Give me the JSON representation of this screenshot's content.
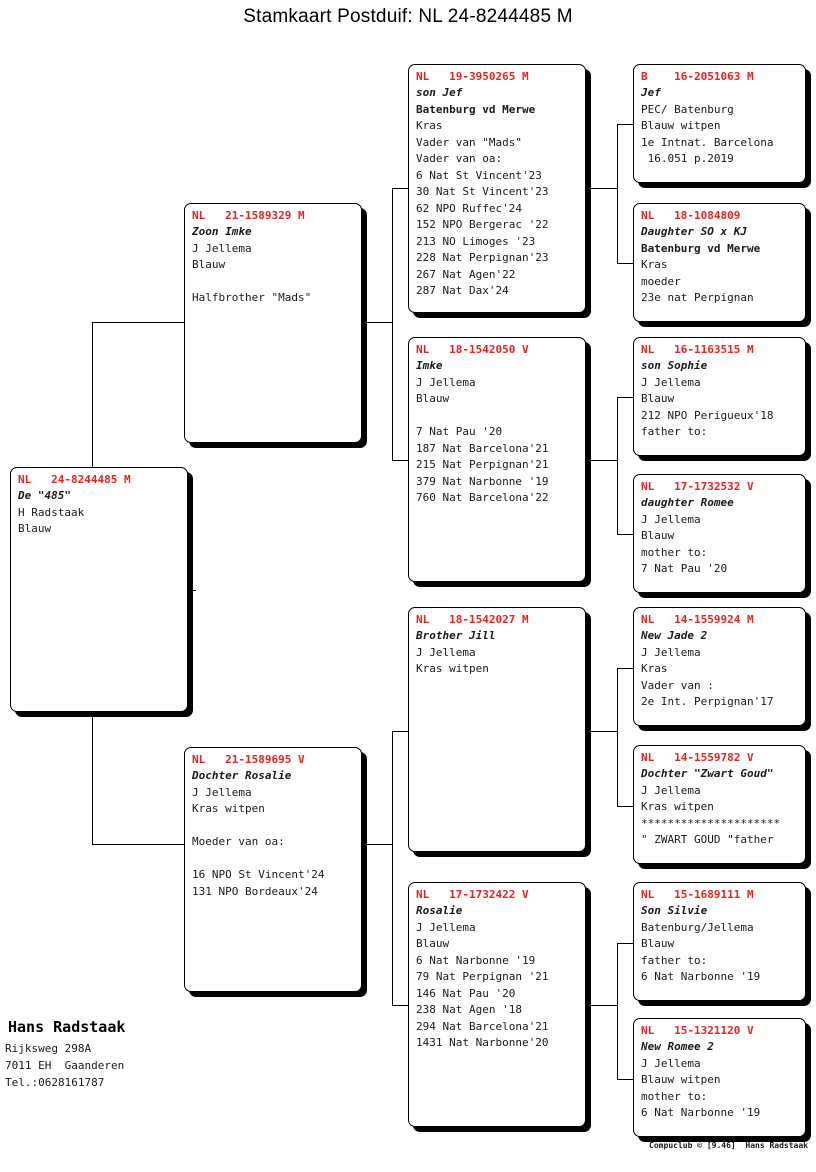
{
  "title": "Stamkaart Postduif: NL  24-8244485 M",
  "owner": {
    "name": "Hans Radstaak",
    "address1": "Rijksweg 298A",
    "address2": "7011 EH  Gaanderen",
    "phone": "Tel.:0628161787"
  },
  "credit": "Compuclub © [9.46]  Hans Radstaak",
  "colors": {
    "ring_red": "#e8231f",
    "text": "#1a1a1a",
    "card_border": "#000000",
    "card_background": "#ffffff",
    "page_background": "#ffffff"
  },
  "cards": {
    "subject": {
      "ring": "NL   24-8244485 M",
      "lines": [
        {
          "text": "De \"485\"",
          "style": "bi"
        },
        {
          "text": "H Radstaak",
          "style": ""
        },
        {
          "text": "Blauw",
          "style": ""
        }
      ]
    },
    "sire": {
      "ring": "NL   21-1589329 M",
      "lines": [
        {
          "text": "Zoon Imke",
          "style": "bi"
        },
        {
          "text": "J Jellema",
          "style": ""
        },
        {
          "text": "Blauw",
          "style": ""
        },
        {
          "text": "",
          "style": "sp"
        },
        {
          "text": "Halfbrother \"Mads\"",
          "style": ""
        }
      ]
    },
    "dam": {
      "ring": "NL   21-1589695 V",
      "lines": [
        {
          "text": "Dochter Rosalie",
          "style": "bi"
        },
        {
          "text": "J Jellema",
          "style": ""
        },
        {
          "text": "Kras witpen",
          "style": ""
        },
        {
          "text": "",
          "style": "sp"
        },
        {
          "text": "Moeder van oa:",
          "style": ""
        },
        {
          "text": "",
          "style": "sp"
        },
        {
          "text": "16 NPO St Vincent'24",
          "style": ""
        },
        {
          "text": "131 NPO Bordeaux'24",
          "style": ""
        }
      ]
    },
    "sire_sire": {
      "ring": "NL   19-3950265 M",
      "lines": [
        {
          "text": "son Jef",
          "style": "bi"
        },
        {
          "text": "Batenburg vd Merwe",
          "style": "b"
        },
        {
          "text": "Kras",
          "style": ""
        },
        {
          "text": "Vader van \"Mads\"",
          "style": ""
        },
        {
          "text": "Vader van oa:",
          "style": ""
        },
        {
          "text": "6 Nat St Vincent'23",
          "style": ""
        },
        {
          "text": "30 Nat St Vincent'23",
          "style": ""
        },
        {
          "text": "62 NPO Ruffec'24",
          "style": ""
        },
        {
          "text": "152 NPO Bergerac '22",
          "style": ""
        },
        {
          "text": "213 NO Limoges '23",
          "style": ""
        },
        {
          "text": "228 Nat Perpignan'23",
          "style": ""
        },
        {
          "text": "267 Nat Agen'22",
          "style": ""
        },
        {
          "text": "287 Nat Dax'24",
          "style": ""
        }
      ]
    },
    "sire_dam": {
      "ring": "NL   18-1542050 V",
      "lines": [
        {
          "text": "Imke",
          "style": "bi"
        },
        {
          "text": "J Jellema",
          "style": ""
        },
        {
          "text": "Blauw",
          "style": ""
        },
        {
          "text": "",
          "style": "sp"
        },
        {
          "text": "7 Nat Pau '20",
          "style": ""
        },
        {
          "text": "187 Nat Barcelona'21",
          "style": ""
        },
        {
          "text": "215 Nat Perpignan'21",
          "style": ""
        },
        {
          "text": "379 Nat Narbonne '19",
          "style": ""
        },
        {
          "text": "760 Nat Barcelona'22",
          "style": ""
        }
      ]
    },
    "dam_sire": {
      "ring": "NL   18-1542027 M",
      "lines": [
        {
          "text": "Brother Jill",
          "style": "bi"
        },
        {
          "text": "J Jellema",
          "style": ""
        },
        {
          "text": "Kras witpen",
          "style": ""
        }
      ]
    },
    "dam_dam": {
      "ring": "NL   17-1732422 V",
      "lines": [
        {
          "text": "Rosalie",
          "style": "bi"
        },
        {
          "text": "J Jellema",
          "style": ""
        },
        {
          "text": "Blauw",
          "style": ""
        },
        {
          "text": "6 Nat Narbonne '19",
          "style": ""
        },
        {
          "text": "79 Nat Perpignan '21",
          "style": ""
        },
        {
          "text": "146 Nat Pau '20",
          "style": ""
        },
        {
          "text": "238 Nat Agen '18",
          "style": ""
        },
        {
          "text": "294 Nat Barcelona'21",
          "style": ""
        },
        {
          "text": "1431 Nat Narbonne'20",
          "style": ""
        }
      ]
    },
    "g4_1": {
      "ring": "B    16-2051063 M",
      "lines": [
        {
          "text": "Jef",
          "style": "bi"
        },
        {
          "text": "PEC/ Batenburg",
          "style": ""
        },
        {
          "text": "Blauw witpen",
          "style": ""
        },
        {
          "text": "1e Intnat. Barcelona",
          "style": ""
        },
        {
          "text": " 16.051 p.2019",
          "style": ""
        }
      ]
    },
    "g4_2": {
      "ring": "NL   18-1084809",
      "lines": [
        {
          "text": "Daughter SO x KJ",
          "style": "bi"
        },
        {
          "text": "Batenburg vd Merwe",
          "style": "b"
        },
        {
          "text": "Kras",
          "style": ""
        },
        {
          "text": "moeder",
          "style": ""
        },
        {
          "text": "23e nat Perpignan",
          "style": ""
        }
      ]
    },
    "g4_3": {
      "ring": "NL   16-1163515 M",
      "lines": [
        {
          "text": "son Sophie",
          "style": "bi"
        },
        {
          "text": "J Jellema",
          "style": ""
        },
        {
          "text": "Blauw",
          "style": ""
        },
        {
          "text": "212 NPO Perigueux'18",
          "style": ""
        },
        {
          "text": "father to:",
          "style": ""
        }
      ]
    },
    "g4_4": {
      "ring": "NL   17-1732532 V",
      "lines": [
        {
          "text": "daughter Romee",
          "style": "bi"
        },
        {
          "text": "J Jellema",
          "style": ""
        },
        {
          "text": "Blauw",
          "style": ""
        },
        {
          "text": "mother to:",
          "style": ""
        },
        {
          "text": "7 Nat Pau '20",
          "style": ""
        }
      ]
    },
    "g4_5": {
      "ring": "NL   14-1559924 M",
      "lines": [
        {
          "text": "New Jade 2",
          "style": "bi"
        },
        {
          "text": "J Jellema",
          "style": ""
        },
        {
          "text": "Kras",
          "style": ""
        },
        {
          "text": "Vader van :",
          "style": ""
        },
        {
          "text": "2e Int. Perpignan'17",
          "style": ""
        }
      ]
    },
    "g4_6": {
      "ring": "NL   14-1559782 V",
      "lines": [
        {
          "text": "Dochter \"Zwart Goud\"",
          "style": "bi"
        },
        {
          "text": "J Jellema",
          "style": ""
        },
        {
          "text": "Kras witpen",
          "style": ""
        },
        {
          "text": "*********************",
          "style": ""
        },
        {
          "text": "\" ZWART GOUD \"father",
          "style": ""
        }
      ]
    },
    "g4_7": {
      "ring": "NL   15-1689111 M",
      "lines": [
        {
          "text": "Son Silvie",
          "style": "bi"
        },
        {
          "text": "Batenburg/Jellema",
          "style": ""
        },
        {
          "text": "Blauw",
          "style": ""
        },
        {
          "text": "father to:",
          "style": ""
        },
        {
          "text": "6 Nat Narbonne '19",
          "style": ""
        }
      ]
    },
    "g4_8": {
      "ring": "NL   15-1321120 V",
      "lines": [
        {
          "text": "New Romee 2",
          "style": "bi"
        },
        {
          "text": "J Jellema",
          "style": ""
        },
        {
          "text": "Blauw witpen",
          "style": ""
        },
        {
          "text": "mother to:",
          "style": ""
        },
        {
          "text": "6 Nat Narbonne '19",
          "style": ""
        }
      ]
    }
  }
}
